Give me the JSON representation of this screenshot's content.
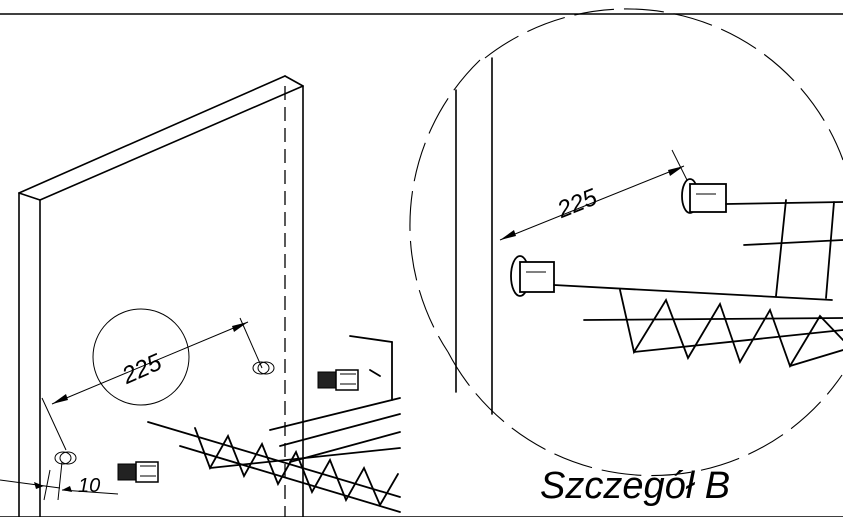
{
  "labels": {
    "dim_main": "225",
    "dim_detail": "225",
    "dim_offset": "10",
    "detail_caption": "Szczegół B"
  },
  "icons": [
    "panel-drawing",
    "dowel-icon",
    "wire-basket-drawing",
    "detail-circle"
  ]
}
